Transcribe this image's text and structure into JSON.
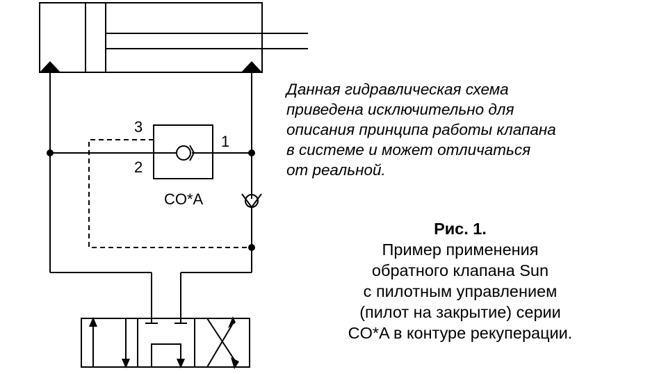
{
  "ports": {
    "p1": "1",
    "p2": "2",
    "p3": "3"
  },
  "valve_label": "CO*A",
  "note": {
    "lines": [
      "Данная гидравлическая схема",
      "приведена исключительно для",
      "описания принципа работы клапана",
      "в системе и может отличаться",
      "от реальной."
    ]
  },
  "caption": {
    "title": "Рис. 1.",
    "lines": [
      "Пример применения",
      "обратного клапана Sun",
      "с пилотным управлением",
      "(пилот на закрытие) серии",
      "CO*A в контуре рекуперации."
    ]
  }
}
